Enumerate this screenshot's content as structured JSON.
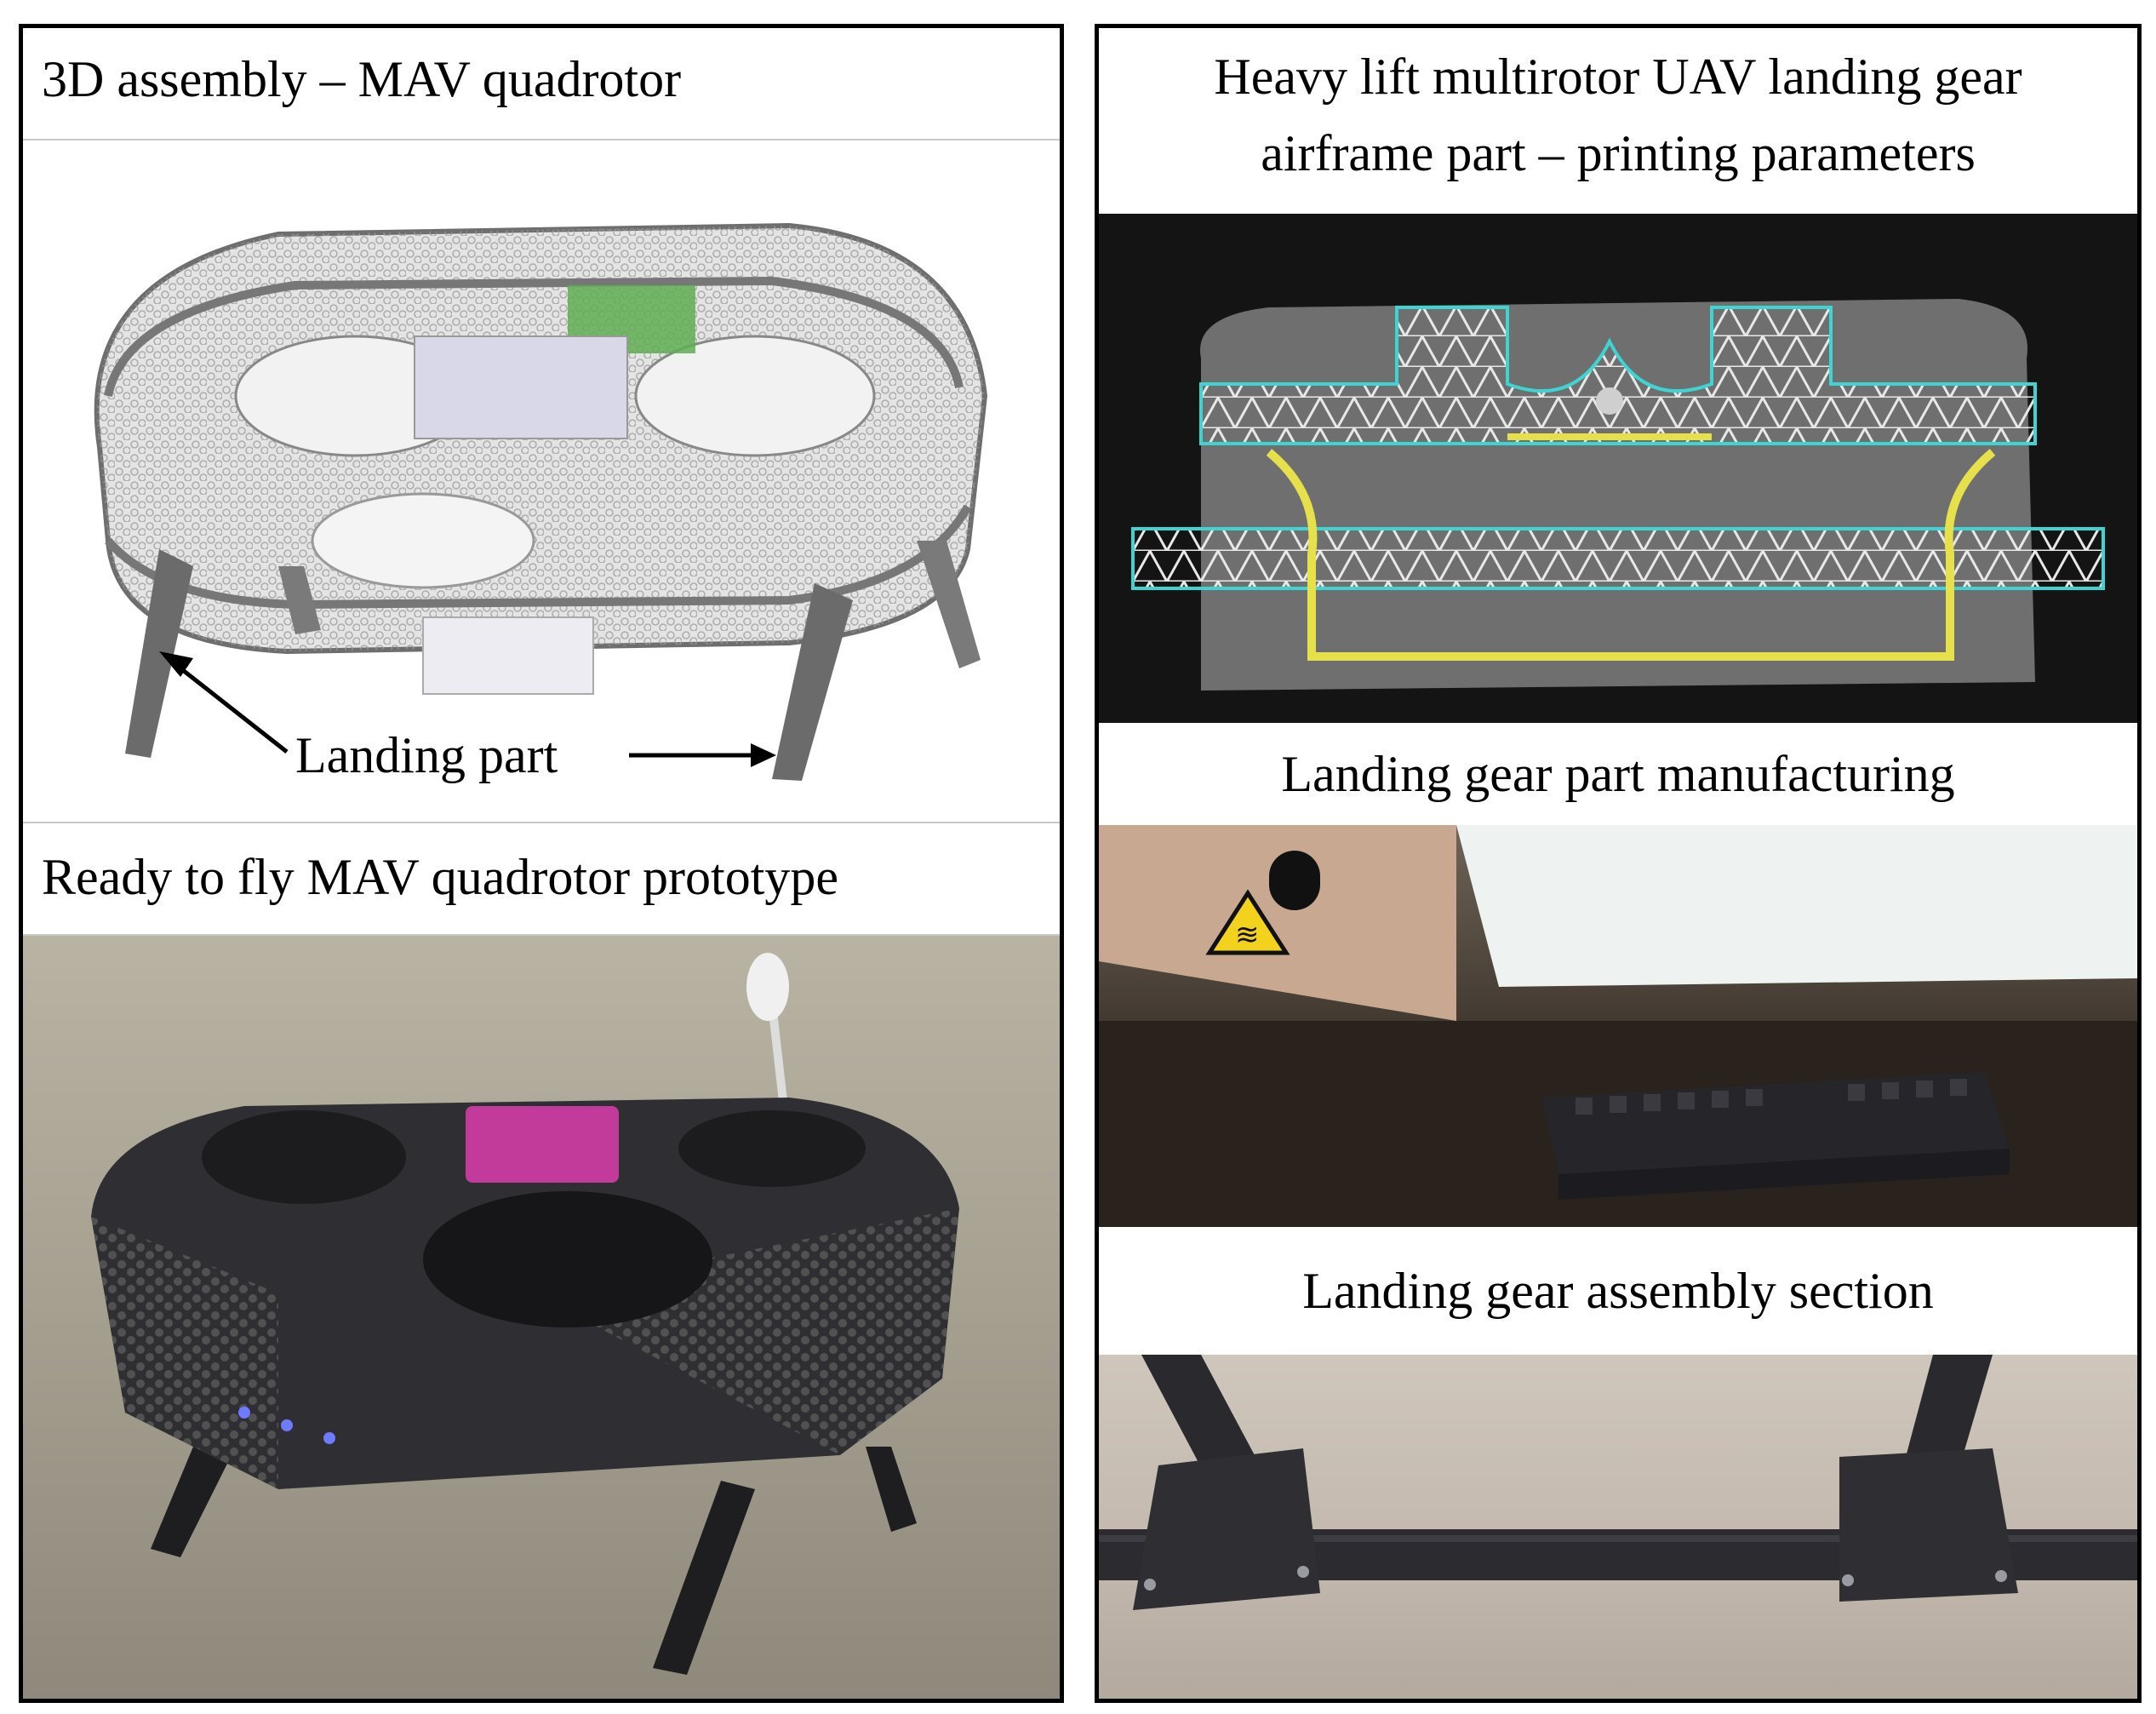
{
  "left_panel": {
    "assembly_caption": "3D assembly – MAV quadrotor",
    "landing_part_label": "Landing part",
    "prototype_caption": "Ready to fly MAV quadrotor prototype"
  },
  "right_panel": {
    "printing_caption_line1": "Heavy lift multirotor UAV landing gear",
    "printing_caption_line2": "airframe part – printing parameters",
    "manufacturing_caption": "Landing gear part manufacturing",
    "assembly_section_caption": "Landing gear assembly section"
  },
  "icons": [
    "hot-surface-warning-icon",
    "arrow-icon"
  ],
  "colors": {
    "border": "#000000",
    "background": "#ffffff",
    "slice_outline": "#3fd4d4",
    "slice_wall": "#e6e04a",
    "case": "#c23a9a"
  }
}
